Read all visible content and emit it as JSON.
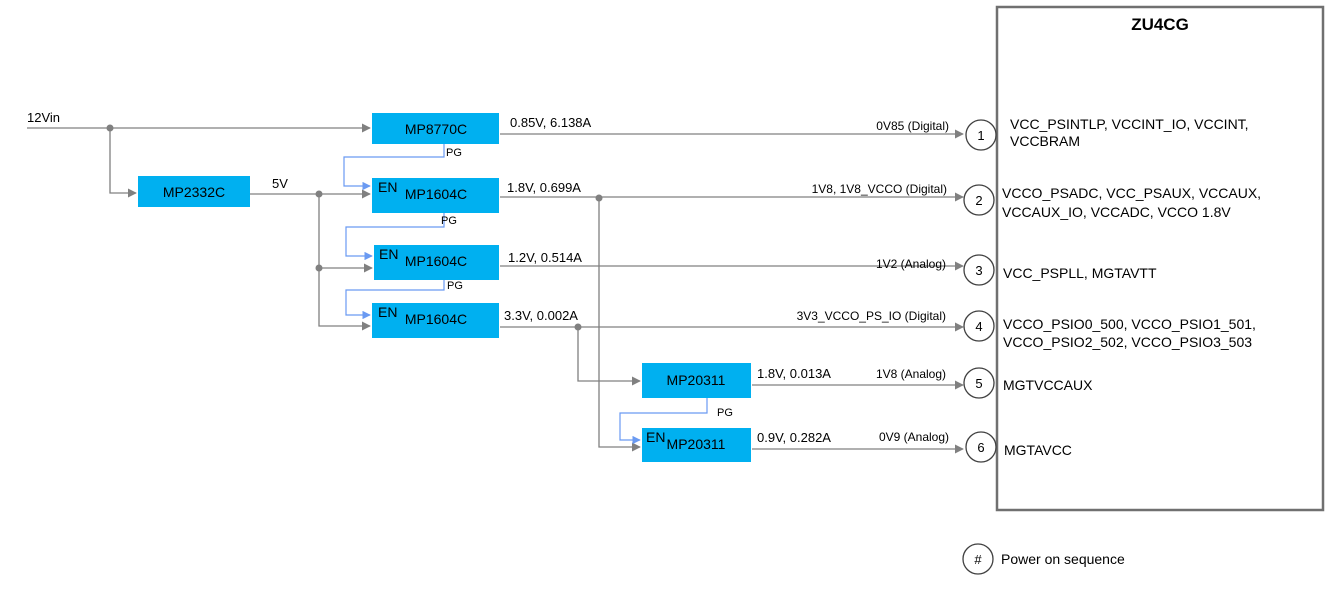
{
  "input": {
    "label": "12Vin"
  },
  "bus5v": {
    "label": "5V"
  },
  "chip": {
    "title": "ZU4CG"
  },
  "regulators": {
    "mp2332": {
      "name": "MP2332C"
    },
    "mp8770": {
      "name": "MP8770C",
      "output": "0.85V, 6.138A"
    },
    "mp1604_a": {
      "name": "MP1604C",
      "output": "1.8V, 0.699A",
      "en": "EN"
    },
    "mp1604_b": {
      "name": "MP1604C",
      "output": "1.2V, 0.514A",
      "en": "EN"
    },
    "mp1604_c": {
      "name": "MP1604C",
      "output": "3.3V, 0.002A",
      "en": "EN"
    },
    "mp20311_a": {
      "name": "MP20311",
      "output": "1.8V, 0.013A"
    },
    "mp20311_b": {
      "name": "MP20311",
      "output": "0.9V, 0.282A",
      "en": "EN"
    }
  },
  "pg_labels": [
    "PG",
    "PG",
    "PG",
    "PG"
  ],
  "rails": [
    {
      "seq": "1",
      "name": "0V85 (Digital)",
      "pins": [
        "VCC_PSINTLP, VCCINT_IO, VCCINT,",
        "VCCBRAM"
      ]
    },
    {
      "seq": "2",
      "name": "1V8, 1V8_VCCO (Digital)",
      "pins": [
        "VCCO_PSADC, VCC_PSAUX, VCCAUX,",
        "VCCAUX_IO, VCCADC, VCCO 1.8V"
      ]
    },
    {
      "seq": "3",
      "name": "1V2 (Analog)",
      "pins": [
        "VCC_PSPLL, MGTAVTT"
      ]
    },
    {
      "seq": "4",
      "name": "3V3_VCCO_PS_IO (Digital)",
      "pins": [
        "VCCO_PSIO0_500, VCCO_PSIO1_501,",
        "VCCO_PSIO2_502, VCCO_PSIO3_503"
      ]
    },
    {
      "seq": "5",
      "name": "1V8 (Analog)",
      "pins": [
        "MGTVCCAUX"
      ]
    },
    {
      "seq": "6",
      "name": "0V9 (Analog)",
      "pins": [
        "MGTAVCC"
      ]
    }
  ],
  "legend": {
    "symbol": "#",
    "text": "Power on sequence"
  }
}
